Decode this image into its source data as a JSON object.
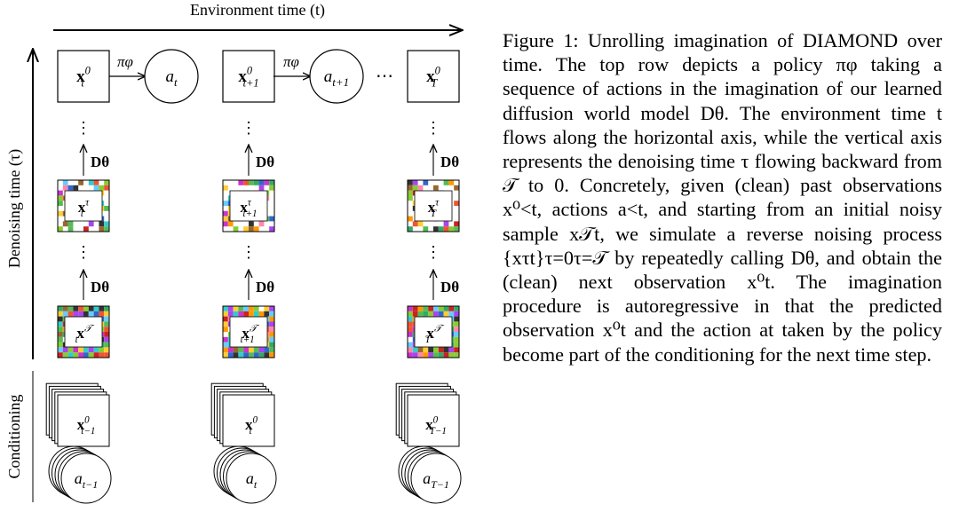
{
  "figure": {
    "env_axis_label": "Environment time (t)",
    "denoise_axis_label": "Denoising time (τ)",
    "conditioning_label": "Conditioning",
    "policy_label": "πφ",
    "model_label": "Dθ",
    "ellipsis": "⋯",
    "vdots": "⋮",
    "columns": [
      {
        "top": "x",
        "top_sub": "t",
        "top_sup": "0",
        "action": "a",
        "action_sub": "t",
        "mid_sub": "t",
        "mid_sup": "τ",
        "bottom_sub": "t",
        "bottom_sup": "𝒯",
        "cond_obs_sub": "t−1",
        "cond_obs_sup": "0",
        "cond_act_sub": "t−1"
      },
      {
        "top": "x",
        "top_sub": "t+1",
        "top_sup": "0",
        "action": "a",
        "action_sub": "t+1",
        "mid_sub": "t+1",
        "mid_sup": "τ",
        "bottom_sub": "t+1",
        "bottom_sup": "𝒯",
        "cond_obs_sub": "t",
        "cond_obs_sup": "0",
        "cond_act_sub": "t"
      },
      {
        "top": "x",
        "top_sub": "T",
        "top_sup": "0",
        "action": "",
        "action_sub": "",
        "mid_sub": "T",
        "mid_sup": "τ",
        "bottom_sub": "T",
        "bottom_sup": "𝒯",
        "cond_obs_sub": "T−1",
        "cond_obs_sup": "0",
        "cond_act_sub": "T−1"
      }
    ]
  },
  "caption": {
    "label": "Figure 1:",
    "part1": "Unrolling imagination of",
    "method": "DIAMOND",
    "part2": "over time. The top row depicts a policy πφ taking a sequence of actions in the imagination of our learned diffusion world model Dθ. The environment time t flows along the horizontal axis, while the vertical axis represents the denoising time τ flowing backward from 𝒯 to 0. Concretely, given (clean) past observations x⁰<t, actions a<t, and starting from an initial noisy sample x𝒯t, we simulate a reverse noising process {xτt}τ=0τ=𝒯 by repeatedly calling Dθ, and obtain the (clean) next observation x⁰t. The imagination procedure is autoregressive in that the predicted observation x⁰t and the action at taken by the policy become part of the conditioning for the next time step."
  }
}
